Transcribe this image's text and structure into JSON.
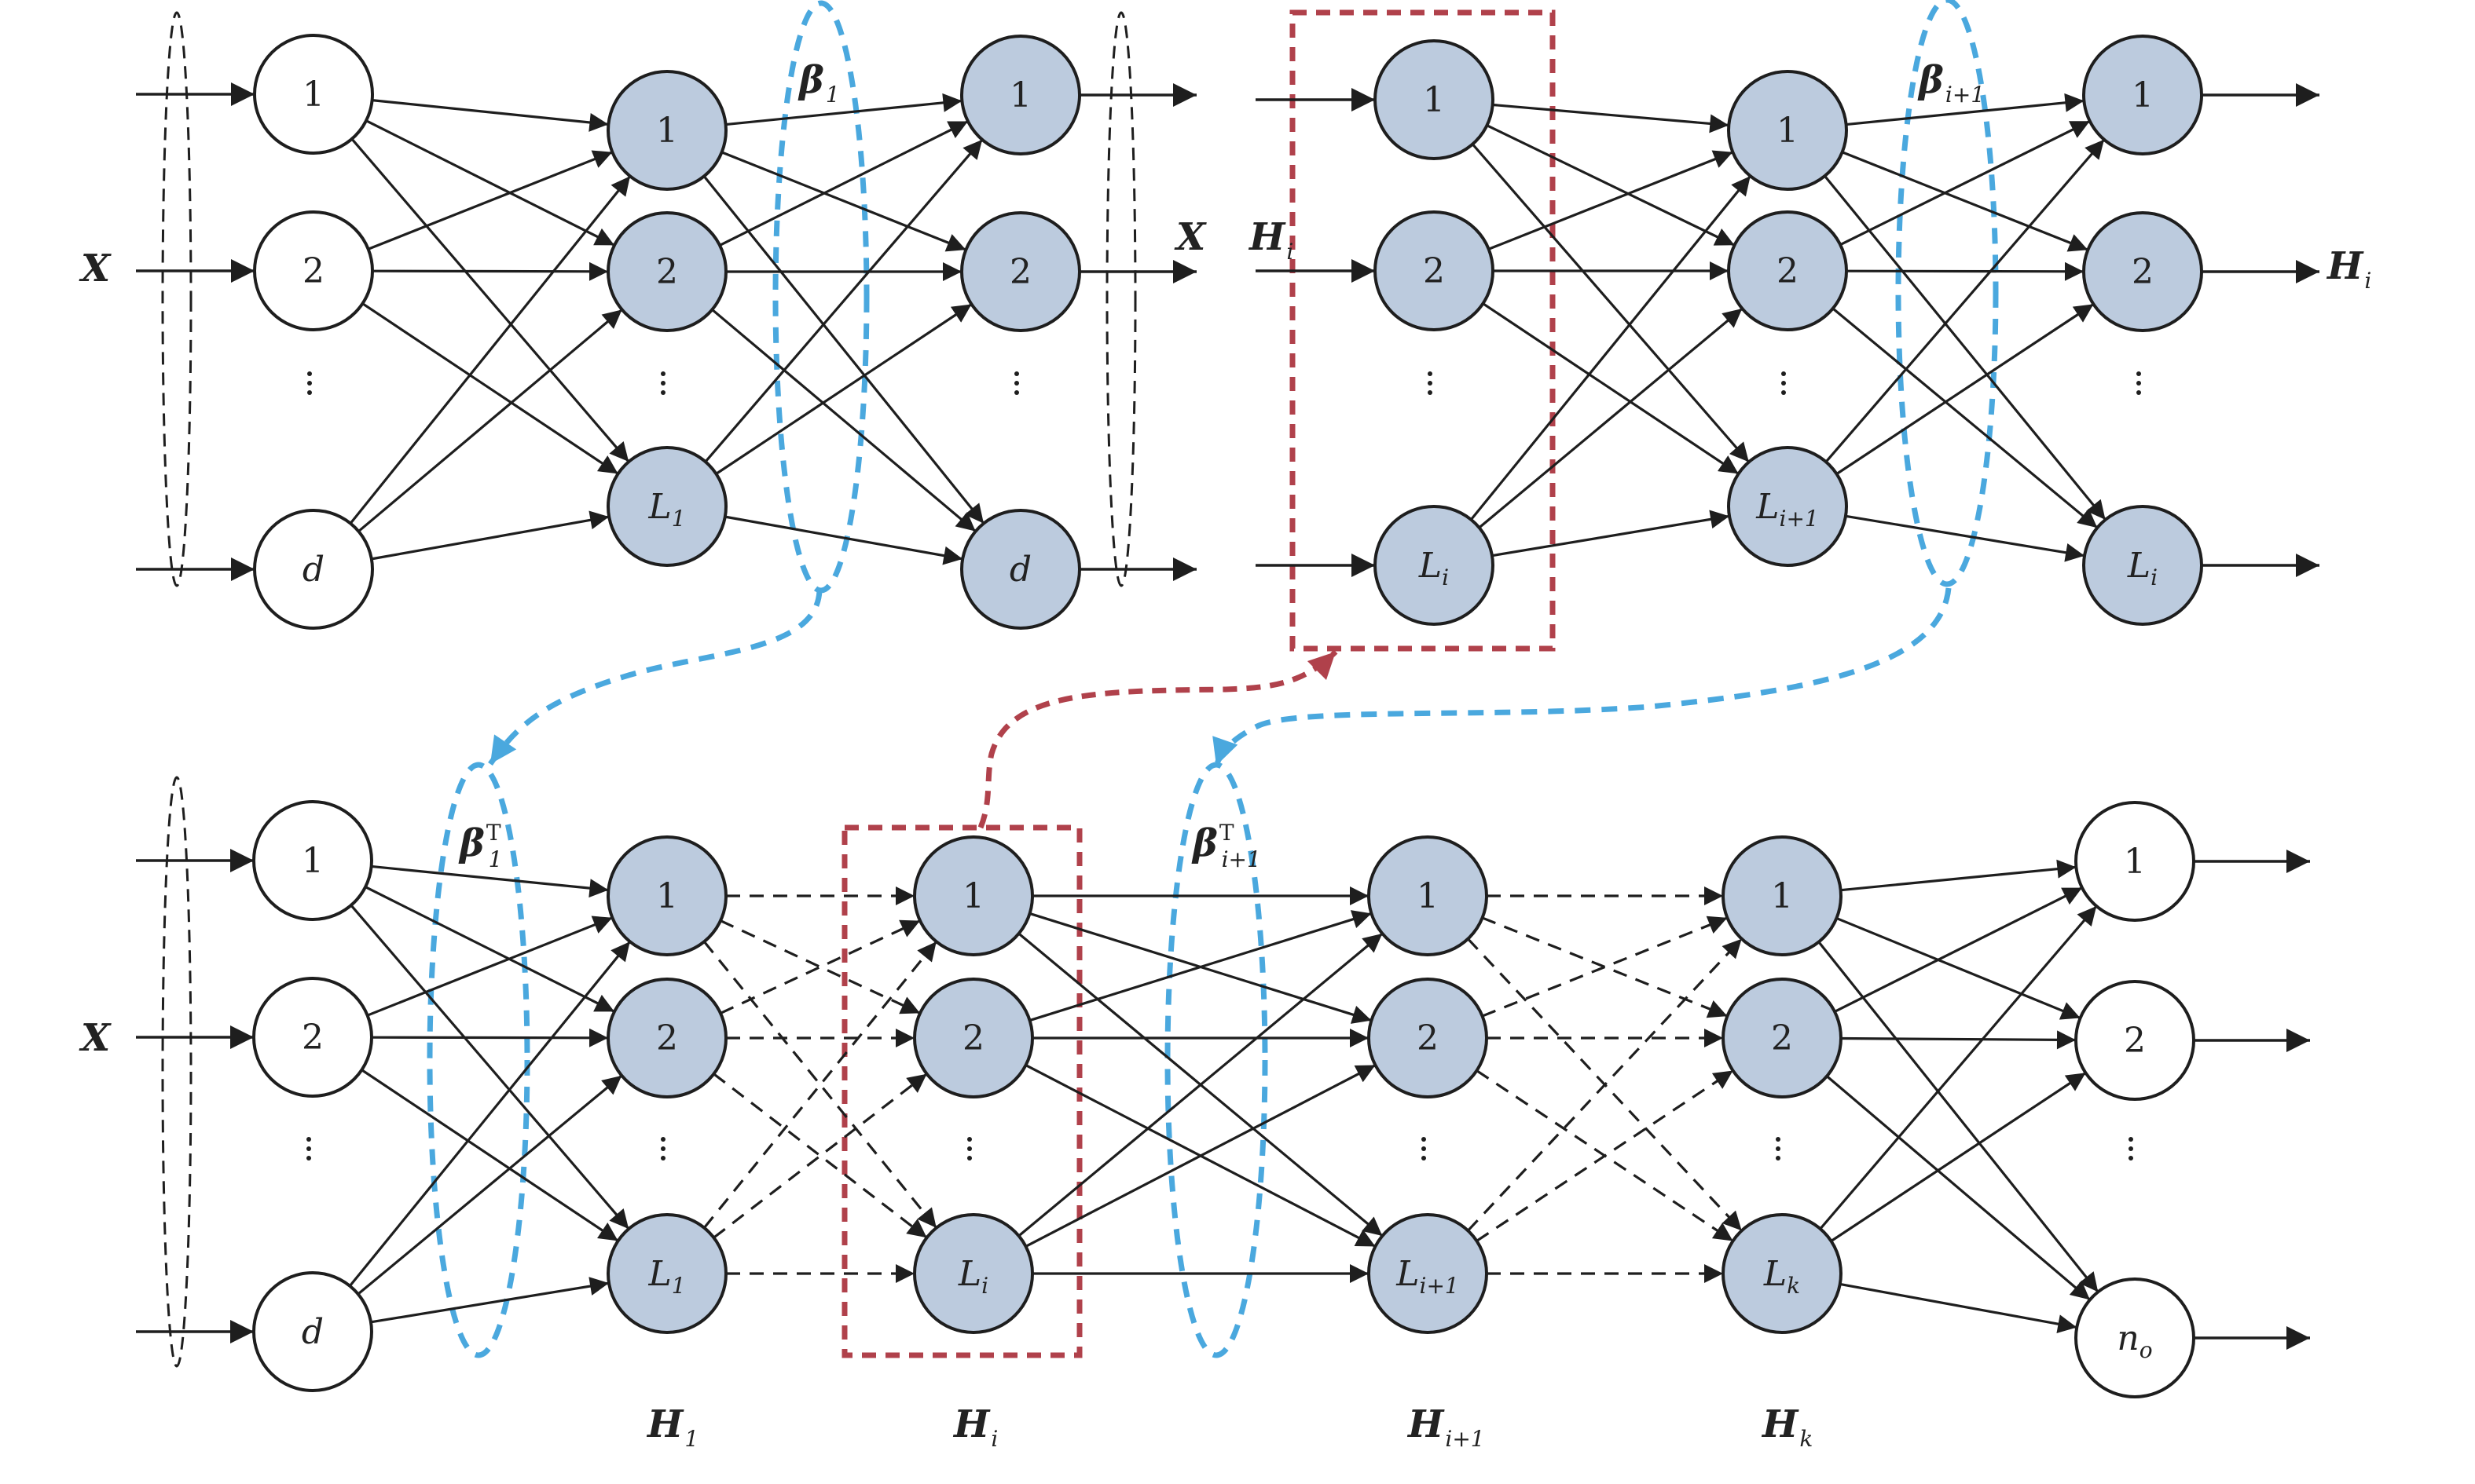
{
  "title": "Stacked autoencoder / multilayer ELM network diagram",
  "colors": {
    "hidden_fill": "#bccbde",
    "io_fill": "#ffffff",
    "stroke": "#1e1e1e",
    "blue_group": "#4aa8de",
    "red_group": "#b0414b"
  },
  "top_left_panel": {
    "input_label": "X",
    "output_label": "X",
    "weight_label": {
      "base": "β",
      "sub": "1",
      "sup": ""
    },
    "layers": [
      {
        "name": "input",
        "kind": "io",
        "nodes": [
          "1",
          "2",
          "d"
        ]
      },
      {
        "name": "hidden",
        "kind": "hidden",
        "nodes": [
          "1",
          "2",
          "L|1"
        ]
      },
      {
        "name": "output",
        "kind": "hidden",
        "nodes": [
          "1",
          "2",
          "d"
        ]
      }
    ]
  },
  "top_right_panel": {
    "input_label": {
      "base": "H",
      "sub": "i"
    },
    "output_label": {
      "base": "H",
      "sub": "i"
    },
    "weight_label": {
      "base": "β",
      "sub": "i+1",
      "sup": ""
    },
    "layers": [
      {
        "name": "input",
        "kind": "hidden",
        "nodes": [
          "1",
          "2",
          "L|i"
        ]
      },
      {
        "name": "hidden",
        "kind": "hidden",
        "nodes": [
          "1",
          "2",
          "L|i+1"
        ]
      },
      {
        "name": "output",
        "kind": "hidden",
        "nodes": [
          "1",
          "2",
          "L|i"
        ]
      }
    ]
  },
  "bottom_panel": {
    "input_label": "X",
    "weight_labels": [
      {
        "base": "β",
        "sub": "1",
        "sup": "T"
      },
      {
        "base": "β",
        "sub": "i+1",
        "sup": "T"
      }
    ],
    "layers": [
      {
        "name": "input",
        "kind": "io",
        "nodes": [
          "1",
          "2",
          "d"
        ]
      },
      {
        "name": "H1",
        "kind": "hidden",
        "nodes": [
          "1",
          "2",
          "L|1"
        ],
        "caption": {
          "base": "H",
          "sub": "1"
        }
      },
      {
        "name": "Hi",
        "kind": "hidden",
        "nodes": [
          "1",
          "2",
          "L|i"
        ],
        "caption": {
          "base": "H",
          "sub": "i"
        }
      },
      {
        "name": "Hi1",
        "kind": "hidden",
        "nodes": [
          "1",
          "2",
          "L|i+1"
        ],
        "caption": {
          "base": "H",
          "sub": "i+1"
        }
      },
      {
        "name": "Hk",
        "kind": "hidden",
        "nodes": [
          "1",
          "2",
          "L|k"
        ],
        "caption": {
          "base": "H",
          "sub": "k"
        }
      },
      {
        "name": "output",
        "kind": "io",
        "nodes": [
          "1",
          "2",
          "n|o"
        ]
      }
    ],
    "connections": [
      {
        "from": "input",
        "to": "H1",
        "style": "solid"
      },
      {
        "from": "H1",
        "to": "Hi",
        "style": "dashed"
      },
      {
        "from": "Hi",
        "to": "Hi1",
        "style": "solid"
      },
      {
        "from": "Hi1",
        "to": "Hk",
        "style": "dashed"
      },
      {
        "from": "Hk",
        "to": "output",
        "style": "solid"
      }
    ]
  },
  "ellipsis": "⋮"
}
